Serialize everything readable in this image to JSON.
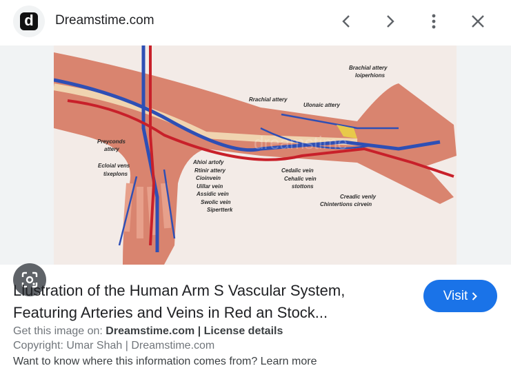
{
  "header": {
    "site_name": "Dreamstime.com",
    "logo_letter": "d"
  },
  "image": {
    "labels": [
      {
        "id": "brachial-attery",
        "text": "Brachial attery"
      },
      {
        "id": "loiperhions",
        "text": "loiperhions"
      },
      {
        "id": "rrachial-attery",
        "text": "Rrachial attery"
      },
      {
        "id": "ulonaic-attery",
        "text": "Ulonaic attery"
      },
      {
        "id": "preyconds",
        "text": "Preyconds"
      },
      {
        "id": "attery",
        "text": "attery"
      },
      {
        "id": "ecloial-vens",
        "text": "Ecloial vens"
      },
      {
        "id": "tixeplons",
        "text": "tixeplons"
      },
      {
        "id": "ahioi-artofy",
        "text": "Ahioi artofy"
      },
      {
        "id": "rtinir-attery",
        "text": "Rtinir attery"
      },
      {
        "id": "cioinvein",
        "text": "Cioinvein"
      },
      {
        "id": "uillar-vein",
        "text": "Uillar vein"
      },
      {
        "id": "assidic-vein",
        "text": "Assidic vein"
      },
      {
        "id": "swolic-vein",
        "text": "Swolic vein"
      },
      {
        "id": "sipertterk",
        "text": "Sipertterk"
      },
      {
        "id": "cedalic-vein",
        "text": "Cedalic vein"
      },
      {
        "id": "cehalic-vein",
        "text": "Cehalic vein"
      },
      {
        "id": "stottons",
        "text": "stottons"
      },
      {
        "id": "creadic-venly",
        "text": "Creadic venly"
      },
      {
        "id": "chintertions-cirvein",
        "text": "Chintertions cirvein"
      }
    ]
  },
  "result": {
    "title": "Llustration of the Human Arm S Vascular System, Featuring Arteries and Veins in Red an Stock...",
    "visit_label": "Visit",
    "get_prefix": "Get this image on:",
    "source_link": "Dreamstime.com",
    "separator": "|",
    "license_link": "License details",
    "copyright": "Copyright: Umar Shah | Dreamstime.com",
    "info_line": "Want to know where this information comes from? Learn more"
  }
}
